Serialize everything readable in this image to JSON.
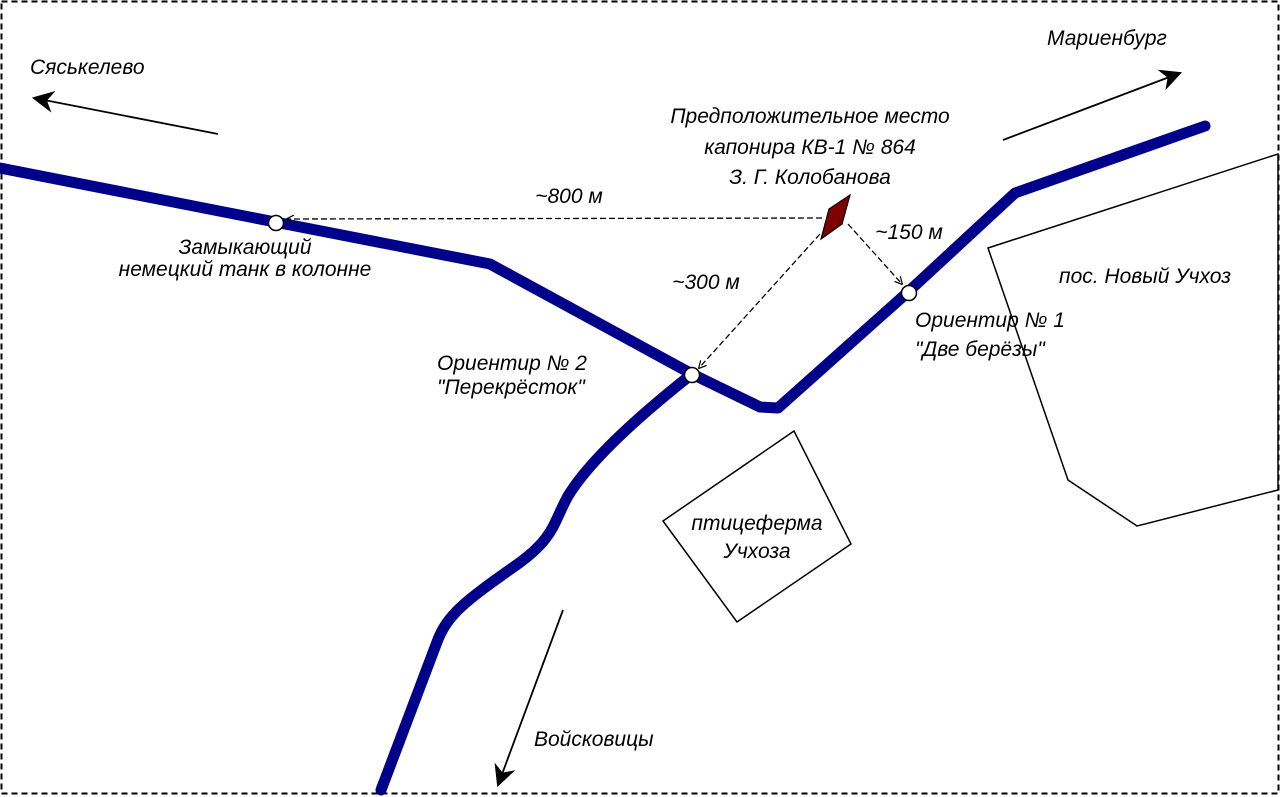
{
  "colors": {
    "road": "#00008b",
    "kapanir": "#800000",
    "line": "#000000",
    "background": "#ffffff"
  },
  "directions": {
    "syaskelevo": "Сяськелево",
    "marienburg": "Мариенбург",
    "voyskovitsy": "Войсковицы"
  },
  "kapanir": {
    "line1": "Предположительное место",
    "line2": "капонира КВ-1 № 864",
    "line3": "З. Г. Колобанова"
  },
  "distances": {
    "to_tank": "~800 м",
    "to_orient1": "~150 м",
    "to_orient2": "~300 м"
  },
  "tank": {
    "line1": "Замыкающий",
    "line2": "немецкий танк в колонне"
  },
  "orient1": {
    "line1": "Ориентир № 1",
    "line2": "\"Две берёзы\""
  },
  "orient2": {
    "line1": "Ориентир № 2",
    "line2": "\"Перекрёсток\""
  },
  "places": {
    "novy_uchkhoz": "пос. Новый Учхоз",
    "ptitseferma_line1": "птицеферма",
    "ptitseferma_line2": "Учхоза"
  }
}
